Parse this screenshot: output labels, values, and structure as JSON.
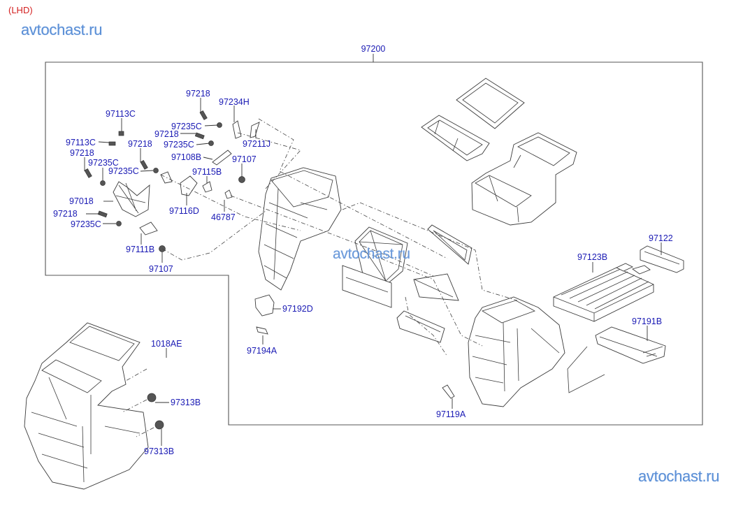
{
  "header": {
    "region_tag": "(LHD)",
    "watermark": "avtochast.ru"
  },
  "assembly": {
    "main_part_number": "97200"
  },
  "callouts": [
    {
      "id": "c1",
      "label": "97218"
    },
    {
      "id": "c2",
      "label": "97234H"
    },
    {
      "id": "c3",
      "label": "97113C"
    },
    {
      "id": "c4",
      "label": "97235C"
    },
    {
      "id": "c5",
      "label": "97218"
    },
    {
      "id": "c6",
      "label": "97211J"
    },
    {
      "id": "c7",
      "label": "97113C"
    },
    {
      "id": "c8",
      "label": "97218"
    },
    {
      "id": "c9",
      "label": "97235C"
    },
    {
      "id": "c10",
      "label": "97218"
    },
    {
      "id": "c11",
      "label": "97108B"
    },
    {
      "id": "c12",
      "label": "97235C"
    },
    {
      "id": "c13",
      "label": "97107"
    },
    {
      "id": "c14",
      "label": "97235C"
    },
    {
      "id": "c15",
      "label": "97115B"
    },
    {
      "id": "c16",
      "label": "97018"
    },
    {
      "id": "c17",
      "label": "97116D"
    },
    {
      "id": "c18",
      "label": "97218"
    },
    {
      "id": "c19",
      "label": "46787"
    },
    {
      "id": "c20",
      "label": "97235C"
    },
    {
      "id": "c21",
      "label": "97111B"
    },
    {
      "id": "c22",
      "label": "97107"
    },
    {
      "id": "c23",
      "label": "97122"
    },
    {
      "id": "c24",
      "label": "97123B"
    },
    {
      "id": "c25",
      "label": "97192D"
    },
    {
      "id": "c26",
      "label": "97191B"
    },
    {
      "id": "c27",
      "label": "97194A"
    },
    {
      "id": "c28",
      "label": "1018AE"
    },
    {
      "id": "c29",
      "label": "97313B"
    },
    {
      "id": "c30",
      "label": "97313B"
    },
    {
      "id": "c31",
      "label": "97119A"
    }
  ]
}
